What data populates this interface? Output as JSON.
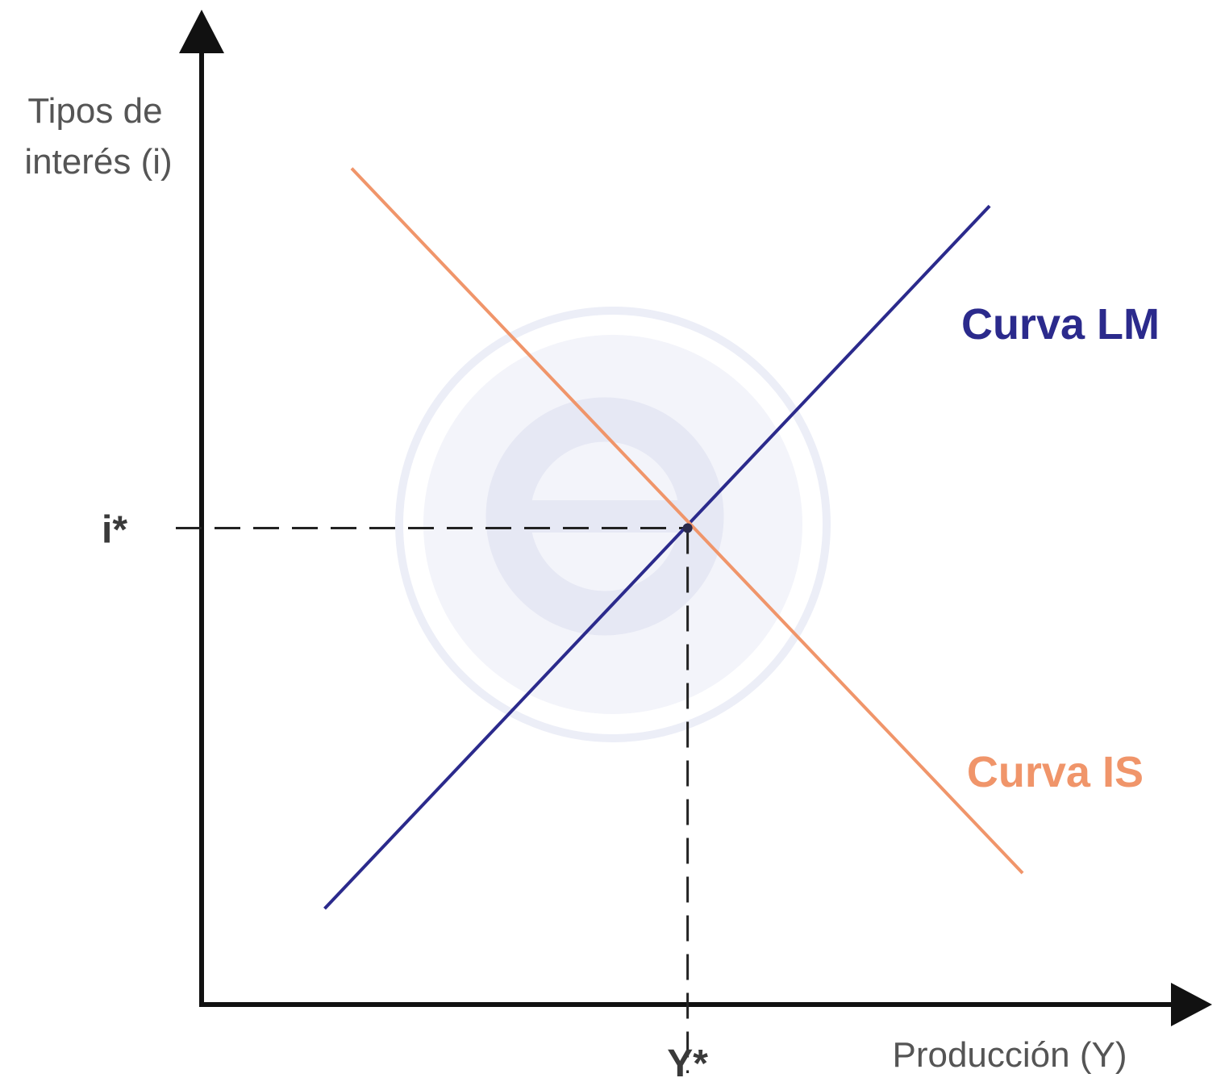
{
  "chart_data": {
    "type": "line",
    "title": "",
    "ylabel_lines": [
      "Tipos de",
      "interés (i)"
    ],
    "xlabel": "Producción (Y)",
    "xlim": [
      0,
      100
    ],
    "ylim": [
      0,
      100
    ],
    "grid": false,
    "equilibrium": {
      "x": 48.6,
      "y": 48.2,
      "x_tick": "Y*",
      "y_tick": "i*"
    },
    "series": [
      {
        "name": "Curva LM",
        "color": "#2b2a8c",
        "x": [
          12.3,
          78.8
        ],
        "y": [
          9.7,
          80.8
        ]
      },
      {
        "name": "Curva IS",
        "color": "#f0956a",
        "x": [
          15.0,
          82.1
        ],
        "y": [
          84.6,
          13.3
        ]
      }
    ],
    "colors": {
      "axis": "#111111",
      "guide": "#222222",
      "watermark": "#e9ebf6"
    }
  }
}
